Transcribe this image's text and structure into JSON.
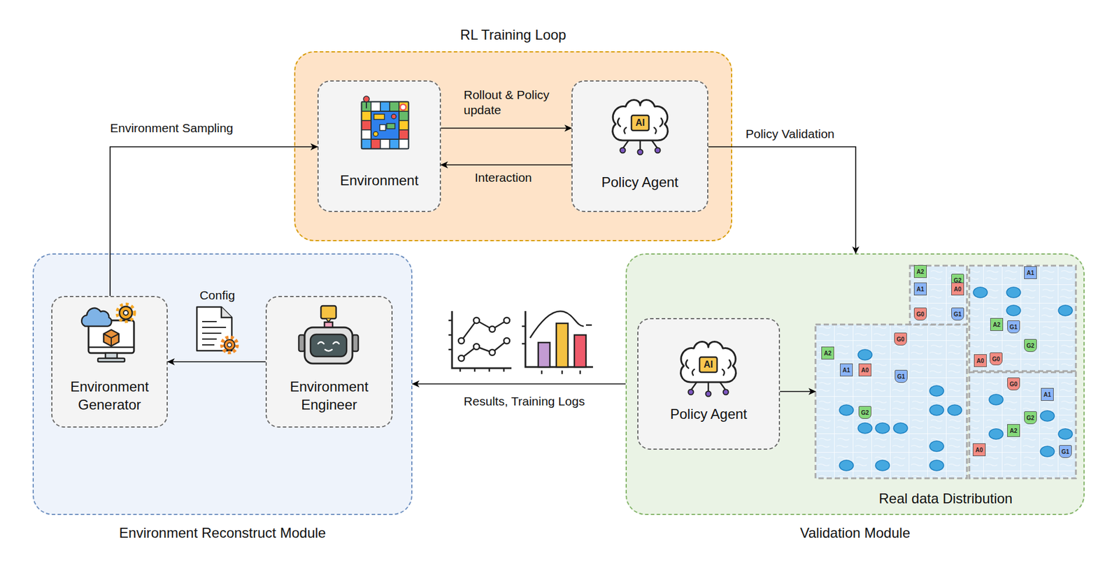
{
  "diagram": {
    "nodes": [
      {
        "text": [
          "RL Training Loop"
        ]
      },
      {
        "text": [
          "Environment"
        ],
        "in": 0
      },
      {
        "text": [
          "Policy Agent"
        ],
        "in": 0
      },
      {
        "text": [
          "Environment Reconstruct Module"
        ]
      },
      {
        "text": [
          "Environment Generator"
        ],
        "in": 3
      },
      {
        "text": [
          "Environment Engineer"
        ],
        "in": 3
      },
      {
        "text": [
          "Validation Module"
        ]
      },
      {
        "text": [
          "Policy Agent"
        ],
        "in": 6
      },
      {
        "text": [
          "Real data Distribution"
        ],
        "in": 6
      }
    ],
    "edges": [
      {
        "from": 1,
        "to": 2,
        "label": "Rollout & Policy update",
        "arrow": "to"
      },
      {
        "from": 2,
        "to": 1,
        "label": "Interaction",
        "arrow": "to"
      },
      {
        "from": 4,
        "to": 1,
        "label": "Environment Sampling",
        "arrow": "to"
      },
      {
        "from": 2,
        "to": 6,
        "label": "Policy Validation",
        "arrow": "to"
      },
      {
        "from": 6,
        "to": 3,
        "label": "Results, Training Logs",
        "arrow": "to"
      },
      {
        "from": 5,
        "to": 4,
        "label": "Config",
        "arrow": "to"
      },
      {
        "from": 7,
        "to": 8,
        "arrow": "to"
      }
    ],
    "labels": [
      "AI",
      "AI",
      "A2",
      "G2",
      "A1",
      "A0",
      "G0",
      "G1",
      "A1",
      "A2",
      "G1",
      "G2",
      "A0",
      "G0",
      "G0",
      "A2",
      "A1",
      "A0",
      "G1",
      "G2",
      "G0",
      "A1",
      "G2",
      "A2",
      "A0",
      "G1"
    ]
  }
}
